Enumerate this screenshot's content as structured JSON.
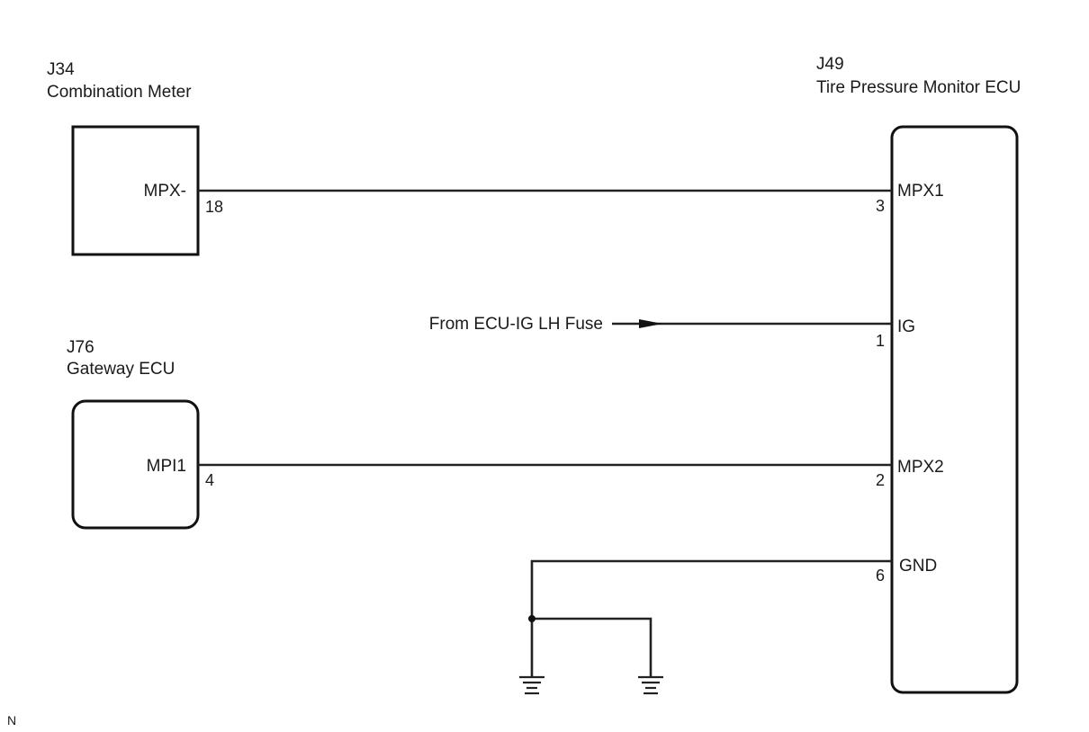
{
  "components": {
    "combination_meter": {
      "code": "J34",
      "name": "Combination Meter",
      "terminal_name": "MPX-",
      "pin": "18"
    },
    "gateway_ecu": {
      "code": "J76",
      "name": "Gateway ECU",
      "terminal_name": "MPI1",
      "pin": "4"
    },
    "tpms_ecu": {
      "code": "J49",
      "name": "Tire Pressure Monitor ECU",
      "terminals": [
        {
          "name": "MPX1",
          "pin": "3"
        },
        {
          "name": "IG",
          "pin": "1"
        },
        {
          "name": "MPX2",
          "pin": "2"
        },
        {
          "name": "GND",
          "pin": "6"
        }
      ]
    }
  },
  "power_source": {
    "label": "From ECU-IG LH Fuse"
  },
  "corner_mark": "N"
}
